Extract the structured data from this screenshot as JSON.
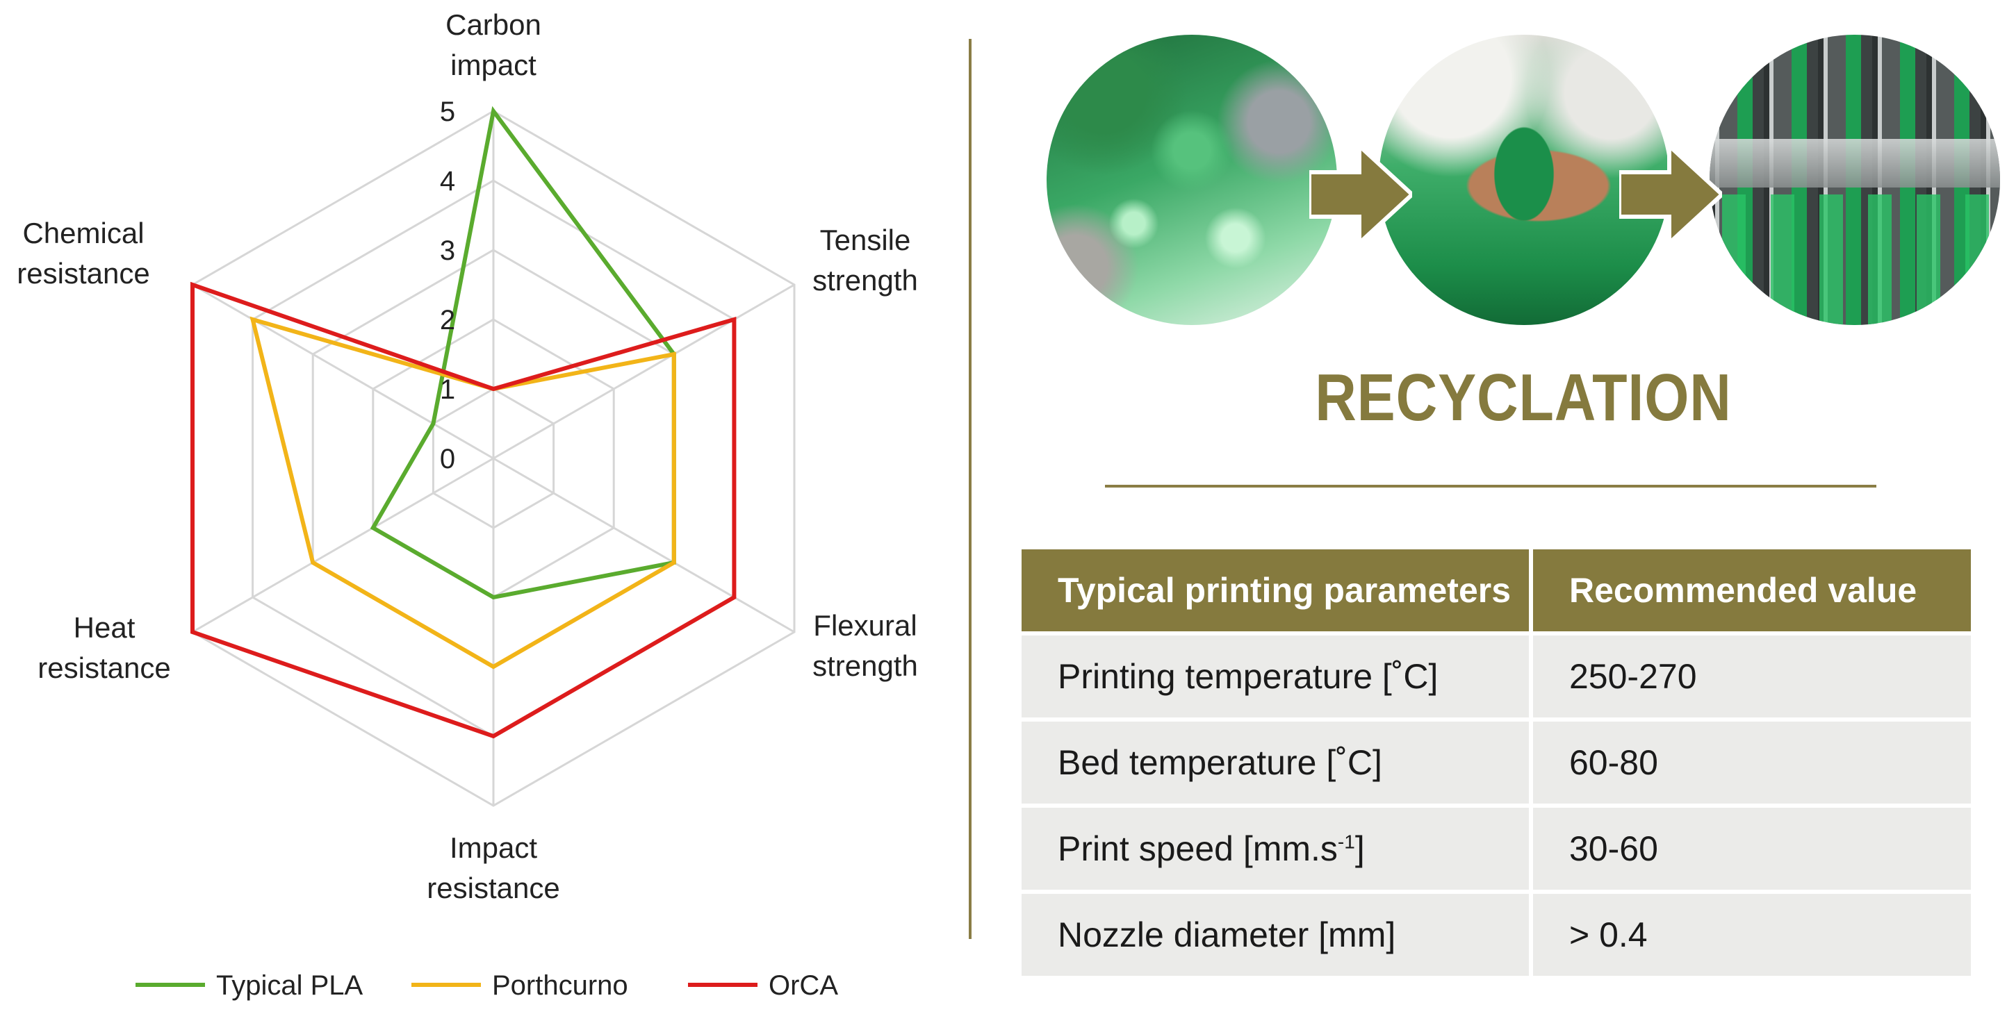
{
  "chart_data": {
    "type": "radar",
    "axes": [
      "Carbon impact",
      "Tensile strength",
      "Flexural strength",
      "Impact resistance",
      "Heat resistance",
      "Chemical resistance"
    ],
    "axis_labels": [
      [
        "Carbon",
        "impact"
      ],
      [
        "Tensile",
        "strength"
      ],
      [
        "Flexural",
        "strength"
      ],
      [
        "Impact",
        "resistance"
      ],
      [
        "Heat",
        "resistance"
      ],
      [
        "Chemical",
        "resistance"
      ]
    ],
    "ticks": [
      "0",
      "1",
      "2",
      "3",
      "4",
      "5"
    ],
    "range": [
      0,
      5
    ],
    "grid": true,
    "legend_position": "bottom",
    "series": [
      {
        "name": "Typical PLA",
        "color": "#5aab2e",
        "values": [
          5,
          3,
          3,
          2,
          2,
          1
        ]
      },
      {
        "name": "Porthcurno",
        "color": "#f2b418",
        "values": [
          1,
          3,
          3,
          3,
          3,
          4
        ]
      },
      {
        "name": "OrCA",
        "color": "#dd1c1c",
        "values": [
          1,
          4,
          4,
          4,
          5,
          5
        ]
      }
    ]
  },
  "recycling": {
    "title": "RECYCLATION",
    "photos": [
      "plastic-bottle-waste-photo",
      "green-pellets-in-hand-photo",
      "bottle-production-line-photo"
    ],
    "accent_color": "#857a3e"
  },
  "table": {
    "headers": [
      "Typical printing parameters",
      "Recommended value"
    ],
    "rows": [
      {
        "param": "Printing temperature [˚C]",
        "value": "250-270"
      },
      {
        "param": "Bed temperature [˚C]",
        "value": "60-80"
      },
      {
        "param_main": "Print speed [mm.s",
        "param_sup": "-1",
        "param_tail": "]",
        "value": "30-60"
      },
      {
        "param": "Nozzle diameter [mm]",
        "value": "> 0.4"
      }
    ]
  }
}
